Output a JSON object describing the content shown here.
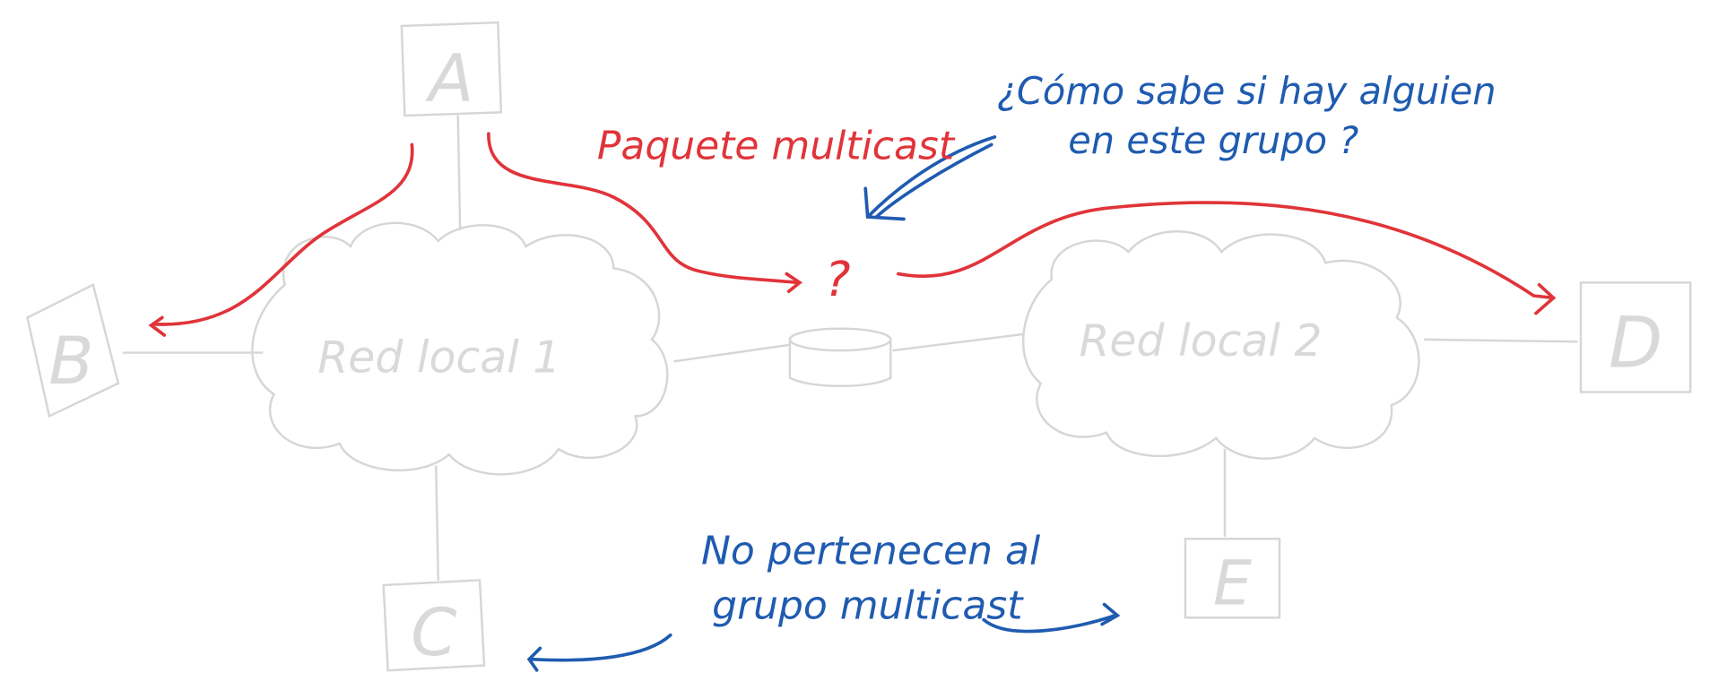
{
  "nodes": {
    "a": "A",
    "b": "B",
    "c": "C",
    "d": "D",
    "e": "E"
  },
  "networks": {
    "lan1": "Red local 1",
    "lan2": "Red local 2"
  },
  "annotations": {
    "multicast_packet": "Paquete multicast",
    "question_mark": "?",
    "question_line1": "¿Cómo sabe si hay alguien",
    "question_line2": "en este grupo ?",
    "not_members_line1": "No pertenecen al",
    "not_members_line2": "grupo multicast"
  },
  "colors": {
    "red": "#e0343a",
    "blue": "#1f5bb0",
    "grey": "#d6d6d6"
  }
}
